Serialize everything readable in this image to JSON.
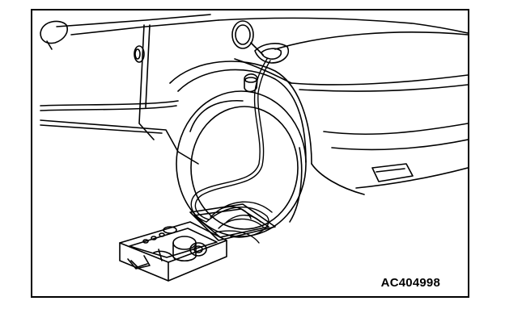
{
  "figure": {
    "code": "AC404998",
    "colors": {
      "stroke": "#000000",
      "background": "#ffffff"
    },
    "icons": [
      "car-rear-quarter-illustration",
      "rear-wheel-illustration",
      "fuel-filler-cap-illustration",
      "tester-hose-illustration",
      "tester-case-illustration"
    ]
  }
}
